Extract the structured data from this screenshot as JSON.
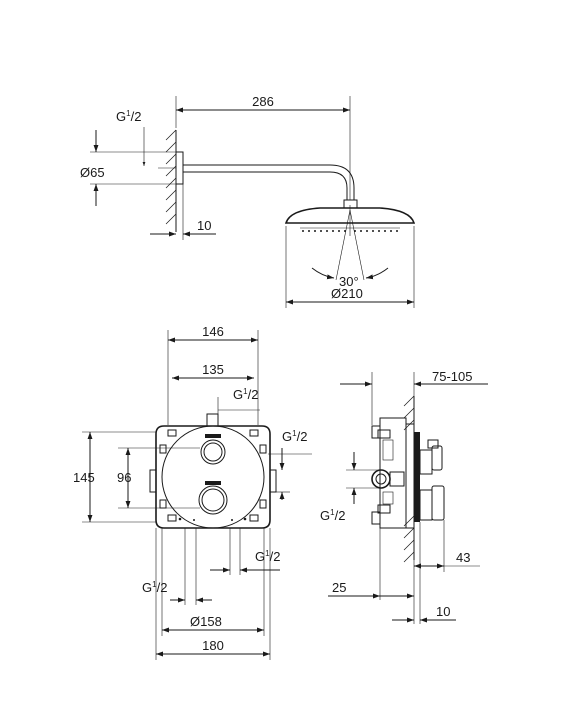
{
  "dimensions": {
    "arm_length": "286",
    "flange_diameter": "Ø65",
    "wall_offset": "10",
    "spray_angle": "30°",
    "head_diameter": "Ø210",
    "box_width_outer": "146",
    "box_width_inner": "135",
    "box_height": "145",
    "valve_spacing": "96",
    "cover_diameter": "Ø158",
    "plate_width": "180",
    "install_depth": "75-105",
    "side_depth_25": "25",
    "side_depth_43": "43",
    "side_depth_10": "10"
  },
  "thread": {
    "g": "G",
    "num": "1",
    "den": "/2"
  }
}
